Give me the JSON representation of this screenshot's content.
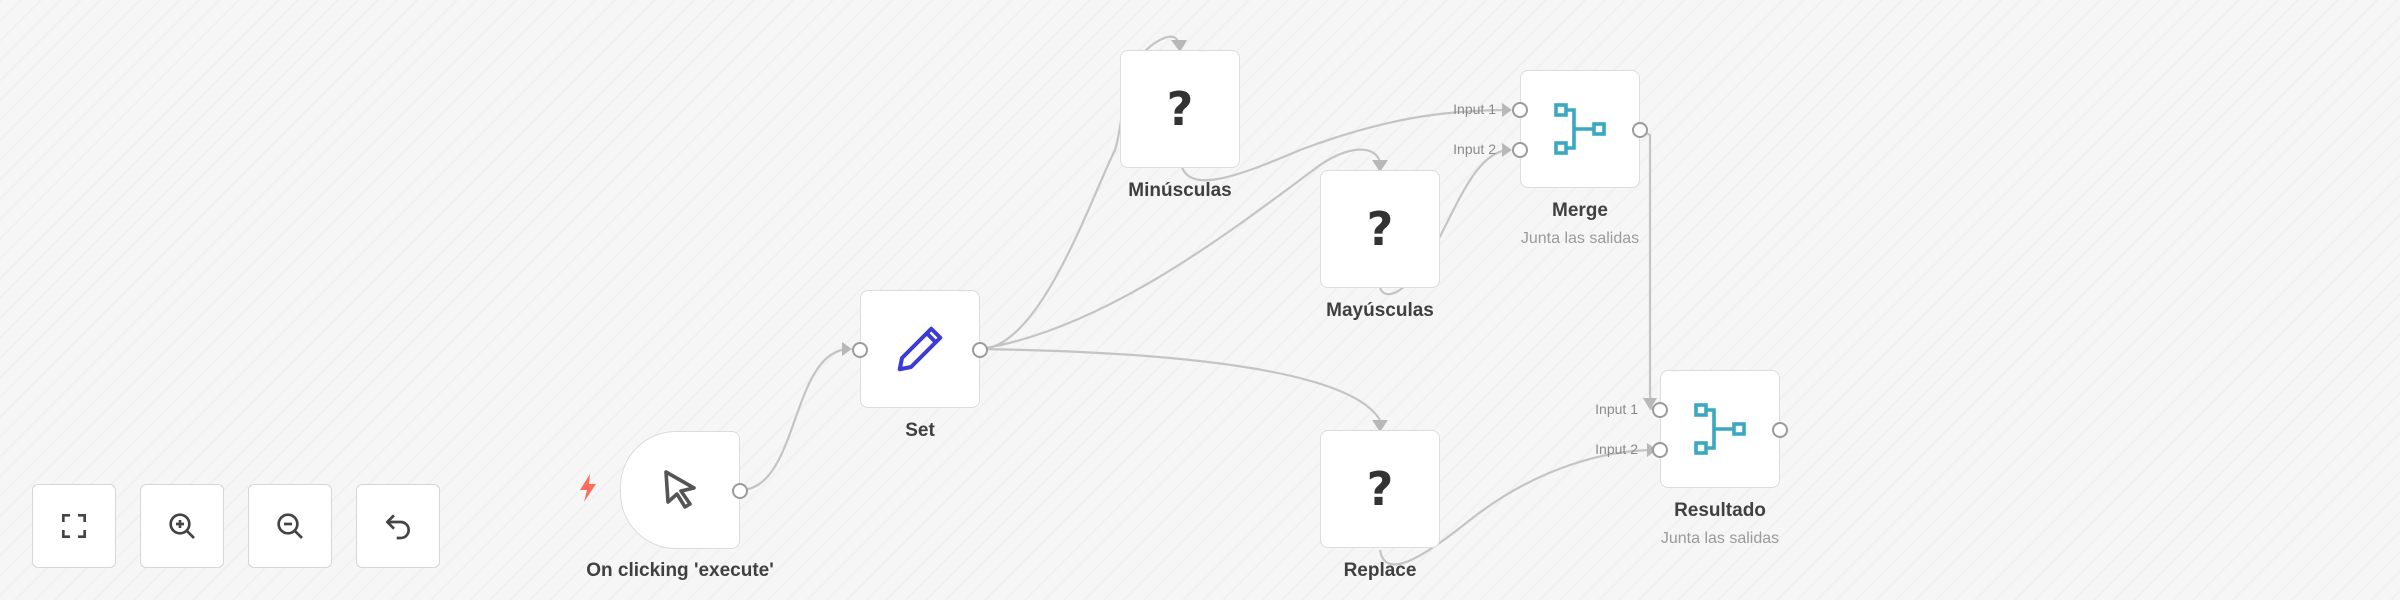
{
  "nodes": {
    "trigger": {
      "label": "On clicking 'execute'",
      "icon": "cursor-icon"
    },
    "set": {
      "label": "Set",
      "icon": "pencil-icon"
    },
    "minusculas": {
      "label": "Minúsculas",
      "icon": "question-icon",
      "symbol": "?"
    },
    "mayusculas": {
      "label": "Mayúsculas",
      "icon": "question-icon",
      "symbol": "?"
    },
    "replace": {
      "label": "Replace",
      "icon": "question-icon",
      "symbol": "?"
    },
    "merge": {
      "label": "Merge",
      "subtitle": "Junta las salidas",
      "icon": "merge-icon",
      "inputs": [
        "Input 1",
        "Input 2"
      ]
    },
    "resultado": {
      "label": "Resultado",
      "subtitle": "Junta las salidas",
      "icon": "merge-icon",
      "inputs": [
        "Input 1",
        "Input 2"
      ]
    }
  },
  "controls": {
    "items": [
      "fit-view",
      "zoom-in",
      "zoom-out",
      "reset-zoom"
    ]
  },
  "colors": {
    "trigger_bolt": "#ff6d5a",
    "pencil": "#3b3bd6",
    "merge": "#3aa8c1",
    "edge": "#c4c4c4"
  }
}
